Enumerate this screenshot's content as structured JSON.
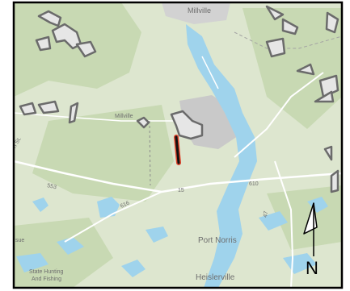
{
  "map": {
    "places": {
      "millville_town": "Millville",
      "millville_area": "Millville",
      "port_norris": "Port Norris",
      "heislerville": "Heislerville",
      "state_hunting": "State Hunting",
      "and_fishing": "And Fishing",
      "edge_road": "n St.",
      "edge_left": "sue"
    },
    "routes": {
      "r553": "553",
      "r616": "616",
      "r15": "15",
      "r610": "610",
      "r47": "47"
    },
    "north_arrow": {
      "label": "N"
    },
    "colors": {
      "land": "#dde6cf",
      "forest": "#c8d9b3",
      "water": "#9fd3ec",
      "urban": "#c9c9c9",
      "parcel_outline": "#6b6b6b",
      "highlight": "#e0442b",
      "frame": "#000000"
    }
  }
}
